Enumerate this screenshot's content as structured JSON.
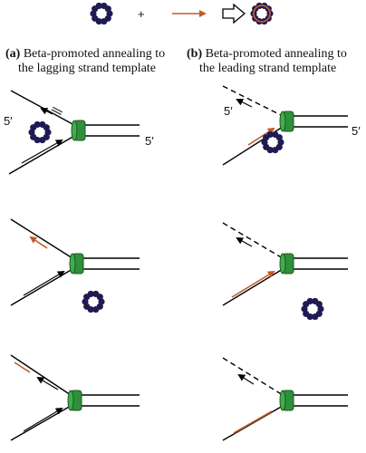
{
  "legend": {
    "plus": "+"
  },
  "panel_a": {
    "letter": "(a)",
    "title_line1": "Beta-promoted annealing to",
    "title_line2": "the lagging strand template",
    "label_5prime_top": "5′",
    "label_5prime_right": "5′"
  },
  "panel_b": {
    "letter": "(b)",
    "title_line1": "Beta-promoted annealing to",
    "title_line2": "the leading strand template",
    "label_5prime_top": "5′",
    "label_5prime_right": "5′"
  },
  "colors": {
    "clamp_bead": "#1f1b52",
    "primer": "#c05a28",
    "helicase": "#2f8f3a",
    "helicase_dark": "#1c5a22",
    "strand": "#000000"
  }
}
